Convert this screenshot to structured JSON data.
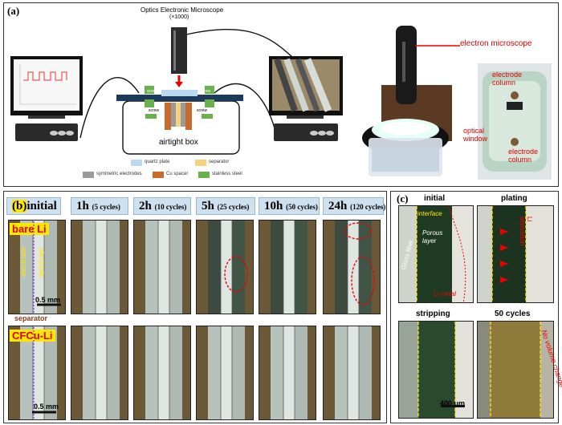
{
  "panel_a": {
    "label": "(a)",
    "microscope_title": "Optics Electronic Microscope",
    "microscope_mag": "(×1000)",
    "airtight_box": "airtight box",
    "screw_labels": [
      "screw",
      "screw",
      "screw",
      "screw"
    ],
    "legend": [
      {
        "text": "quartz plate",
        "color": "#b9d9f2"
      },
      {
        "text": "separator",
        "color": "#f6d27a"
      },
      {
        "text": "symmetric electrodes",
        "color": "#9a9a9a"
      },
      {
        "text": "Cu spacer",
        "color": "#c86b2c"
      },
      {
        "text": "stainless steel",
        "color": "#6ab04c"
      }
    ],
    "photo_labels": {
      "electron_microscope": "electron microscope",
      "electrode_column_top": "electrode column",
      "optical_window": "optical window",
      "electrode_column_bottom": "electrode column"
    }
  },
  "panel_b": {
    "label": "(b)",
    "headers": [
      {
        "main": "initial",
        "sub": ""
      },
      {
        "main": "1h",
        "sub": "(5 cycles)"
      },
      {
        "main": "2h",
        "sub": "(10 cycles)"
      },
      {
        "main": "5h",
        "sub": "(25 cycles)"
      },
      {
        "main": "10h",
        "sub": "(50 cycles)"
      },
      {
        "main": "24h",
        "sub": "(120 cycles)"
      }
    ],
    "row1_tag": "bare Li",
    "row2_tag": "CFCu-Li",
    "electrode_left": "electrode",
    "electrode_right": "electrode",
    "separator": "separator",
    "scale_1": "0.5 mm",
    "scale_2": "0.5 mm"
  },
  "panel_c": {
    "label": "(c)",
    "titles": {
      "initial": "initial",
      "plating": "plating",
      "stripping": "stripping",
      "cycles": "50 cycles"
    },
    "annotations": {
      "interface": "interface",
      "glass_fiber": "Glass fiber",
      "porous_layer": "Porous layer",
      "li_metal": "Li metal",
      "li_deposition": "Li deposition",
      "no_volume_change": "No volume change"
    },
    "scale": "400 μm"
  }
}
